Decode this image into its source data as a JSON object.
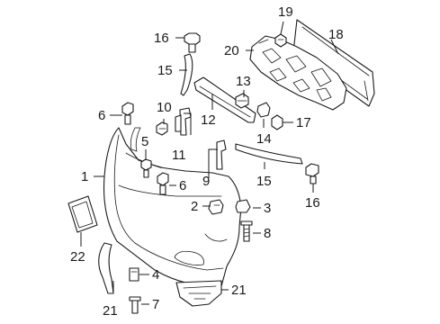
{
  "colors": {
    "line": "#1a1a1a",
    "background": "#ffffff"
  },
  "callouts": [
    {
      "id": "c1",
      "text": "1"
    },
    {
      "id": "c2",
      "text": "2"
    },
    {
      "id": "c3",
      "text": "3"
    },
    {
      "id": "c4",
      "text": "4"
    },
    {
      "id": "c5",
      "text": "5"
    },
    {
      "id": "c6a",
      "text": "6"
    },
    {
      "id": "c6b",
      "text": "6"
    },
    {
      "id": "c7",
      "text": "7"
    },
    {
      "id": "c8",
      "text": "8"
    },
    {
      "id": "c9",
      "text": "9"
    },
    {
      "id": "c10",
      "text": "10"
    },
    {
      "id": "c11",
      "text": "11"
    },
    {
      "id": "c12",
      "text": "12"
    },
    {
      "id": "c13",
      "text": "13"
    },
    {
      "id": "c14",
      "text": "14"
    },
    {
      "id": "c15a",
      "text": "15"
    },
    {
      "id": "c15b",
      "text": "15"
    },
    {
      "id": "c16a",
      "text": "16"
    },
    {
      "id": "c16b",
      "text": "16"
    },
    {
      "id": "c17",
      "text": "17"
    },
    {
      "id": "c18",
      "text": "18"
    },
    {
      "id": "c19",
      "text": "19"
    },
    {
      "id": "c20",
      "text": "20"
    },
    {
      "id": "c21a",
      "text": "21"
    },
    {
      "id": "c21b",
      "text": "21"
    },
    {
      "id": "c22",
      "text": "22"
    }
  ]
}
